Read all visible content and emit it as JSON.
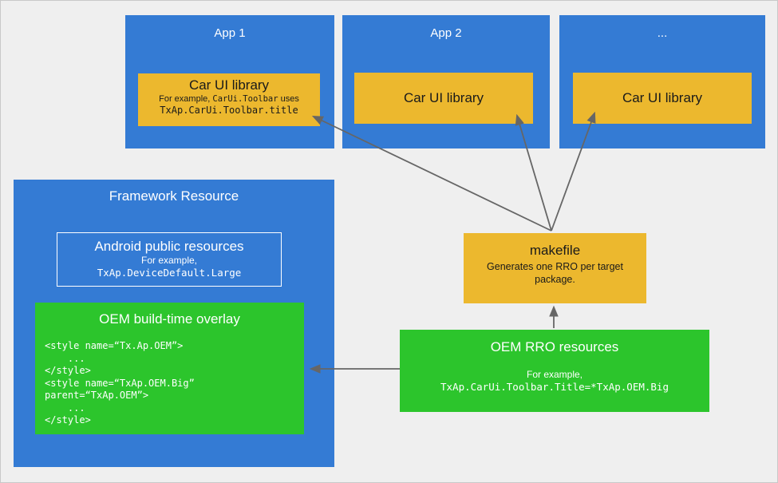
{
  "apps": [
    {
      "title": "App 1",
      "lib": {
        "title": "Car UI library",
        "note_prefix": "For example, ",
        "note_code": "CarUi.Toolbar",
        "note_suffix": " uses",
        "code": "TxAp.CarUi.Toolbar.title"
      }
    },
    {
      "title": "App 2",
      "lib": {
        "title": "Car UI library"
      }
    },
    {
      "title": "...",
      "lib": {
        "title": "Car UI library"
      }
    }
  ],
  "framework": {
    "title": "Framework Resource",
    "android_public": {
      "title": "Android public resources",
      "example_label": "For example,",
      "example_code": "TxAp.DeviceDefault.Large"
    },
    "oem_overlay": {
      "title": "OEM build-time overlay",
      "code": "<style name=“Tx.Ap.OEM”>\n    ...\n</style>\n<style name=“TxAp.OEM.Big”\nparent=“TxAp.OEM”>\n    ...\n</style>"
    }
  },
  "makefile": {
    "title": "makefile",
    "subtitle": "Generates one RRO per target package."
  },
  "oem_rro": {
    "title": "OEM RRO resources",
    "example_label": "For example,",
    "example_code": "TxAp.CarUi.Toolbar.Title=*TxAp.OEM.Big"
  },
  "colors": {
    "app_blue": "#347bd4",
    "highlight_yellow": "#ecb82e",
    "overlay_green": "#2cc52c",
    "background": "#efefef",
    "arrow_gray": "#666666"
  }
}
